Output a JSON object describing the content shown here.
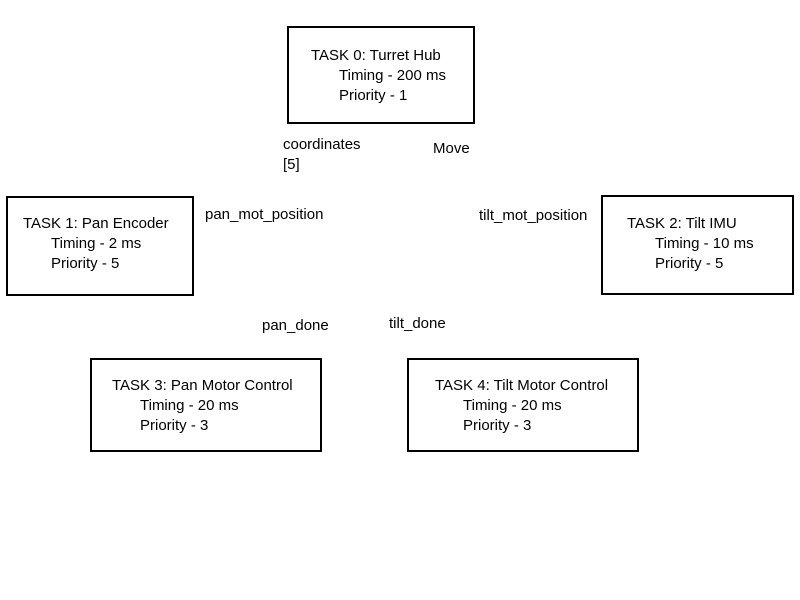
{
  "tasks": [
    {
      "title": "TASK 0: Turret Hub",
      "timing": "Timing - 200 ms",
      "priority": "Priority - 1"
    },
    {
      "title": "TASK 1: Pan Encoder",
      "timing": "Timing -  2 ms",
      "priority": "Priority - 5"
    },
    {
      "title": "TASK 2: Tilt IMU",
      "timing": "Timing -  10 ms",
      "priority": "Priority - 5"
    },
    {
      "title": "TASK 3: Pan Motor Control",
      "timing": "Timing -  20 ms",
      "priority": "Priority - 3"
    },
    {
      "title": "TASK 4: Tilt Motor Control",
      "timing": "Timing -  20 ms",
      "priority": "Priority - 3"
    }
  ],
  "flows": {
    "coordinates": "coordinates",
    "coordinates_size": "[5]",
    "move": "Move",
    "pan_mot_position": "pan_mot_position",
    "tilt_mot_position": "tilt_mot_position",
    "pan_done": "pan_done",
    "tilt_done": "tilt_done"
  }
}
